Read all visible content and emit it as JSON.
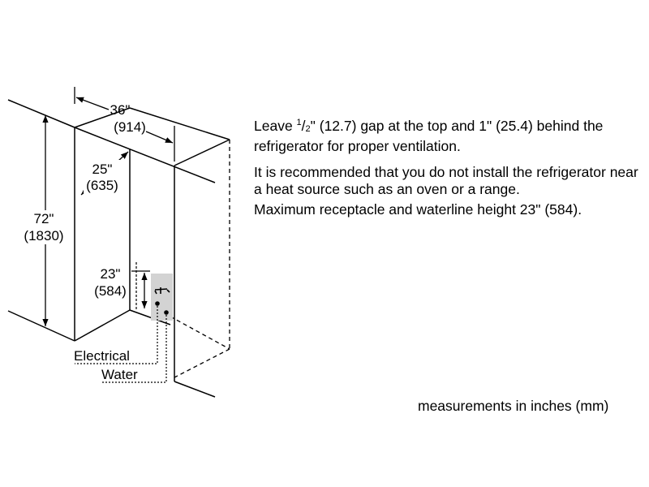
{
  "dimensions": {
    "width_in": "36\"",
    "width_mm": "(914)",
    "depth_in": "25\"",
    "depth_mm": "(635)",
    "height_in": "72\"",
    "height_mm": "(1830)",
    "outlet_height_in": "23\"",
    "outlet_height_mm": "(584)"
  },
  "labels": {
    "electrical": "Electrical",
    "water": "Water"
  },
  "notes": {
    "gap_prefix": "Leave ",
    "gap_frac_num": "1",
    "gap_frac_slash": "/",
    "gap_frac_den": "2",
    "gap_rest": "\" (12.7) gap at the top and 1\" (25.4) behind the refrigerator for proper ventilation.",
    "heat_source": "It is recommended that you do not install the refrigerator near a heat source such as an oven or a range.",
    "max_height": "Maximum receptacle and waterline height 23\" (584)."
  },
  "footer": "measurements in inches (mm)"
}
